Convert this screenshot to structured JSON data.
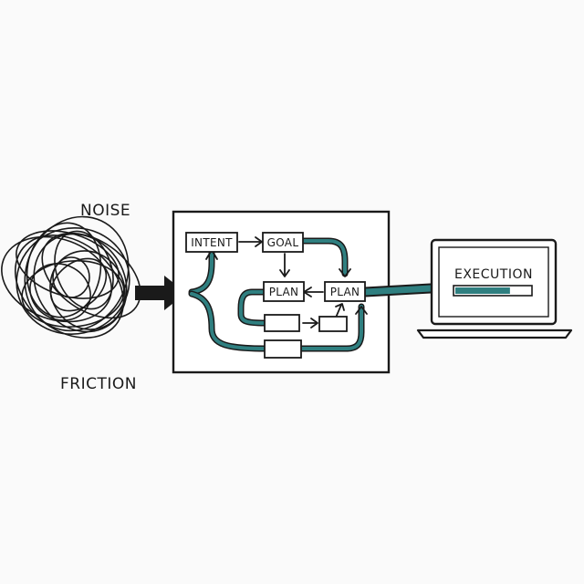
{
  "labels": {
    "noise": "NOISE",
    "friction": "FRICTION",
    "intent": "INTENT",
    "goal": "GOAL",
    "plan_left": "PLAN",
    "plan_right": "PLAN",
    "execution": "EXECUTION"
  },
  "progress": {
    "fraction": 0.73
  },
  "colors": {
    "ink": "#1a1a1a",
    "teal": "#2f7f80",
    "background": "#fafafa",
    "paper": "#ffffff"
  },
  "icons": {
    "tangle": "scribble-tangle-icon",
    "arrow": "right-arrow-icon",
    "laptop": "laptop-icon"
  }
}
